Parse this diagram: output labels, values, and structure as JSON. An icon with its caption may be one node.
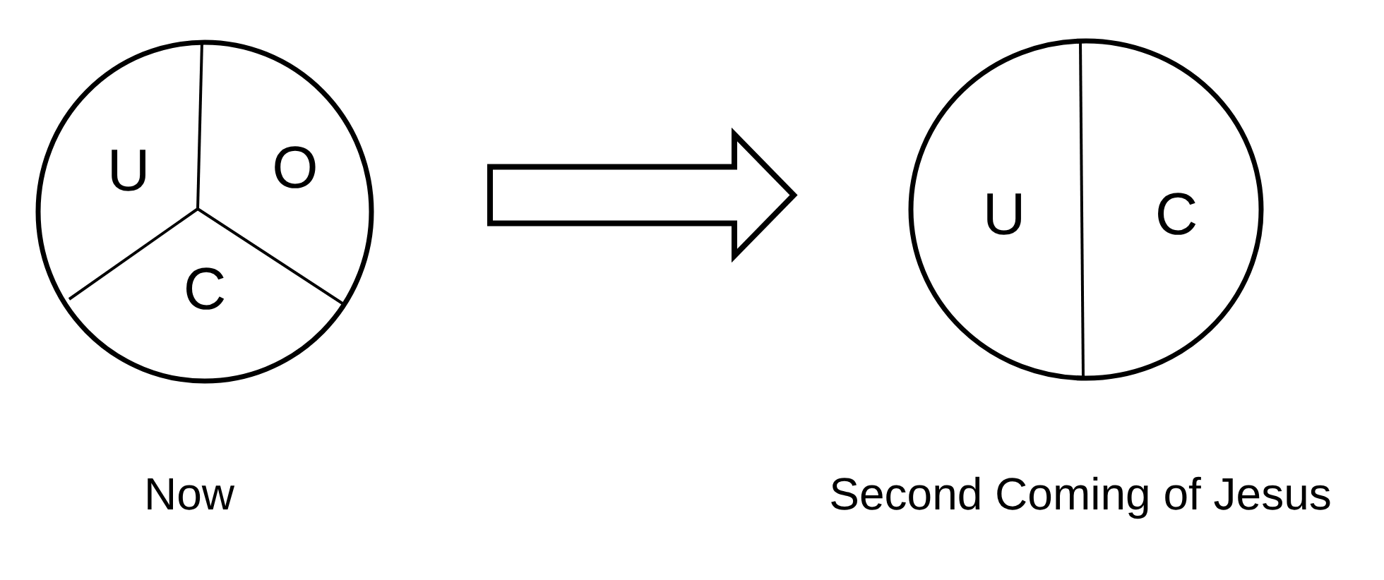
{
  "diagram": {
    "nodes": [
      {
        "text": [
          "U",
          "O",
          "C"
        ],
        "beside": [
          "Now"
        ]
      },
      {
        "text": [
          "U",
          "C"
        ],
        "beside": [
          "Second Coming of Jesus"
        ]
      }
    ],
    "edges": [
      {
        "from": 0,
        "to": 1,
        "arrow": "to",
        "style": "thick"
      }
    ]
  }
}
